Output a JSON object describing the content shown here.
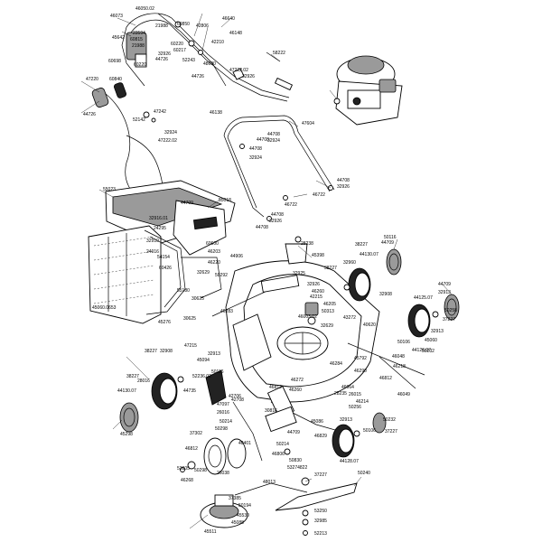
{
  "callouts": [
    {
      "id": "p01",
      "text": "46050.02"
    },
    {
      "id": "p02",
      "text": "46073"
    },
    {
      "id": "p03",
      "text": "21988"
    },
    {
      "id": "p04",
      "text": "45642"
    },
    {
      "id": "p05",
      "text": "23594"
    },
    {
      "id": "p06",
      "text": "60850"
    },
    {
      "id": "p07",
      "text": "60815"
    },
    {
      "id": "p08",
      "text": "21988"
    },
    {
      "id": "p09",
      "text": "60220"
    },
    {
      "id": "p10",
      "text": "60698"
    },
    {
      "id": "p11",
      "text": "32926"
    },
    {
      "id": "p12",
      "text": "60217"
    },
    {
      "id": "p13",
      "text": "60220"
    },
    {
      "id": "p14",
      "text": "44726"
    },
    {
      "id": "p15",
      "text": "52243"
    },
    {
      "id": "p16",
      "text": "42806"
    },
    {
      "id": "p17",
      "text": "46640"
    },
    {
      "id": "p18",
      "text": "46148"
    },
    {
      "id": "p19",
      "text": "42210"
    },
    {
      "id": "p20",
      "text": "58222"
    },
    {
      "id": "p21",
      "text": "48690"
    },
    {
      "id": "p22",
      "text": "47222.02"
    },
    {
      "id": "p23",
      "text": "32926"
    },
    {
      "id": "p24",
      "text": "44726"
    },
    {
      "id": "p25",
      "text": "47220"
    },
    {
      "id": "p26",
      "text": "60840"
    },
    {
      "id": "p27",
      "text": "44726"
    },
    {
      "id": "p28",
      "text": "52142"
    },
    {
      "id": "p29",
      "text": "47242"
    },
    {
      "id": "p30",
      "text": "32924"
    },
    {
      "id": "p31",
      "text": "47222.02"
    },
    {
      "id": "p32",
      "text": "46138"
    },
    {
      "id": "p33",
      "text": "44708"
    },
    {
      "id": "p34",
      "text": "47604"
    },
    {
      "id": "p35",
      "text": "44708"
    },
    {
      "id": "p36",
      "text": "32924"
    },
    {
      "id": "p37",
      "text": "44708"
    },
    {
      "id": "p38",
      "text": "32924"
    },
    {
      "id": "p39",
      "text": "44708"
    },
    {
      "id": "p40",
      "text": "32926"
    },
    {
      "id": "p41",
      "text": "46722"
    },
    {
      "id": "p42",
      "text": "46722"
    },
    {
      "id": "p43",
      "text": "32926"
    },
    {
      "id": "p44",
      "text": "44708"
    },
    {
      "id": "p45",
      "text": "44708"
    },
    {
      "id": "p46",
      "text": "55023"
    },
    {
      "id": "p47",
      "text": "55018"
    },
    {
      "id": "p48",
      "text": "32916.01"
    },
    {
      "id": "p49",
      "text": "24295"
    },
    {
      "id": "p50",
      "text": "32910"
    },
    {
      "id": "p51",
      "text": "24016"
    },
    {
      "id": "p52",
      "text": "54154"
    },
    {
      "id": "p53",
      "text": "60426"
    },
    {
      "id": "p54",
      "text": "60600"
    },
    {
      "id": "p55",
      "text": "46203"
    },
    {
      "id": "p56",
      "text": "44906"
    },
    {
      "id": "p57",
      "text": "46220"
    },
    {
      "id": "p58",
      "text": "32629"
    },
    {
      "id": "p59",
      "text": "55180"
    },
    {
      "id": "p60",
      "text": "30625"
    },
    {
      "id": "p61",
      "text": "45060.0653"
    },
    {
      "id": "p62",
      "text": "45276"
    },
    {
      "id": "p63",
      "text": "28238"
    },
    {
      "id": "p64",
      "text": "45398"
    },
    {
      "id": "p65",
      "text": "38227"
    },
    {
      "id": "p66",
      "text": "32925"
    },
    {
      "id": "p67",
      "text": "32926"
    },
    {
      "id": "p68",
      "text": "42215"
    },
    {
      "id": "p69",
      "text": "46260"
    },
    {
      "id": "p70",
      "text": "46205"
    },
    {
      "id": "p71",
      "text": "50313"
    },
    {
      "id": "p72",
      "text": "44709"
    },
    {
      "id": "p73",
      "text": "38227"
    },
    {
      "id": "p74",
      "text": "32960"
    },
    {
      "id": "p75",
      "text": "44130.07"
    },
    {
      "id": "p76",
      "text": "50116"
    },
    {
      "id": "p77",
      "text": "32908"
    },
    {
      "id": "p78",
      "text": "44125.07"
    },
    {
      "id": "p79",
      "text": "44709"
    },
    {
      "id": "p80",
      "text": "37227"
    },
    {
      "id": "p81",
      "text": "32913"
    },
    {
      "id": "p82",
      "text": "50106"
    },
    {
      "id": "p83",
      "text": "45060"
    },
    {
      "id": "p84",
      "text": "46003.02"
    },
    {
      "id": "p85",
      "text": "43272"
    },
    {
      "id": "p86",
      "text": "40620"
    },
    {
      "id": "p87",
      "text": "46283"
    },
    {
      "id": "p88",
      "text": "30625"
    },
    {
      "id": "p89",
      "text": "47215"
    },
    {
      "id": "p90",
      "text": "32913"
    },
    {
      "id": "p91",
      "text": "45094"
    },
    {
      "id": "p92",
      "text": "50116"
    },
    {
      "id": "p93",
      "text": "38227"
    },
    {
      "id": "p94",
      "text": "32908"
    },
    {
      "id": "p95",
      "text": "38227"
    },
    {
      "id": "p96",
      "text": "28016"
    },
    {
      "id": "p97",
      "text": "52236.02"
    },
    {
      "id": "p98",
      "text": "44735"
    },
    {
      "id": "p99",
      "text": "44130.07"
    },
    {
      "id": "q01",
      "text": "45298"
    },
    {
      "id": "q02",
      "text": "42706"
    },
    {
      "id": "q03",
      "text": "47097"
    },
    {
      "id": "q04",
      "text": "26016"
    },
    {
      "id": "q05",
      "text": "42708"
    },
    {
      "id": "q06",
      "text": "46812"
    },
    {
      "id": "q07",
      "text": "46272"
    },
    {
      "id": "q08",
      "text": "46260"
    },
    {
      "id": "q09",
      "text": "46284"
    },
    {
      "id": "q10",
      "text": "46290"
    },
    {
      "id": "q11",
      "text": "46064"
    },
    {
      "id": "q12",
      "text": "45792"
    },
    {
      "id": "q13",
      "text": "46812"
    },
    {
      "id": "q14",
      "text": "26015"
    },
    {
      "id": "q15",
      "text": "28235"
    },
    {
      "id": "q16",
      "text": "46214"
    },
    {
      "id": "q17",
      "text": "50256"
    },
    {
      "id": "q18",
      "text": "50232"
    },
    {
      "id": "q19",
      "text": "46049"
    },
    {
      "id": "q20",
      "text": "50232"
    },
    {
      "id": "q21",
      "text": "37227"
    },
    {
      "id": "q22",
      "text": "32913"
    },
    {
      "id": "q23",
      "text": "50106"
    },
    {
      "id": "q24",
      "text": "44128.07"
    },
    {
      "id": "q25",
      "text": "37227"
    },
    {
      "id": "q26",
      "text": "46829"
    },
    {
      "id": "q27",
      "text": "45086"
    },
    {
      "id": "q28",
      "text": "44709"
    },
    {
      "id": "q29",
      "text": "30816"
    },
    {
      "id": "q30",
      "text": "37302"
    },
    {
      "id": "q31",
      "text": "50214"
    },
    {
      "id": "q32",
      "text": "50298"
    },
    {
      "id": "q33",
      "text": "46812"
    },
    {
      "id": "q34",
      "text": "53805"
    },
    {
      "id": "q35",
      "text": "50298"
    },
    {
      "id": "q36",
      "text": "46268"
    },
    {
      "id": "q37",
      "text": "40401"
    },
    {
      "id": "q38",
      "text": "50214"
    },
    {
      "id": "q39",
      "text": "26038"
    },
    {
      "id": "q40",
      "text": "46806"
    },
    {
      "id": "q41",
      "text": "50830"
    },
    {
      "id": "q42",
      "text": "53274822"
    },
    {
      "id": "q43",
      "text": "48013"
    },
    {
      "id": "q44",
      "text": "50240"
    },
    {
      "id": "q45",
      "text": "37385"
    },
    {
      "id": "q46",
      "text": "50194"
    },
    {
      "id": "q47",
      "text": "45530"
    },
    {
      "id": "q48",
      "text": "45088"
    },
    {
      "id": "q49",
      "text": "45511"
    },
    {
      "id": "q50",
      "text": "53250"
    },
    {
      "id": "q51",
      "text": "32985"
    },
    {
      "id": "q52",
      "text": "52213"
    },
    {
      "id": "q53",
      "text": "44709"
    },
    {
      "id": "q54",
      "text": "50258"
    },
    {
      "id": "q55",
      "text": "44126.07"
    },
    {
      "id": "q56",
      "text": "32913"
    },
    {
      "id": "q57",
      "text": "46048"
    },
    {
      "id": "q58",
      "text": "46218"
    },
    {
      "id": "q59",
      "text": "32629"
    },
    {
      "id": "q60",
      "text": "50292"
    }
  ]
}
